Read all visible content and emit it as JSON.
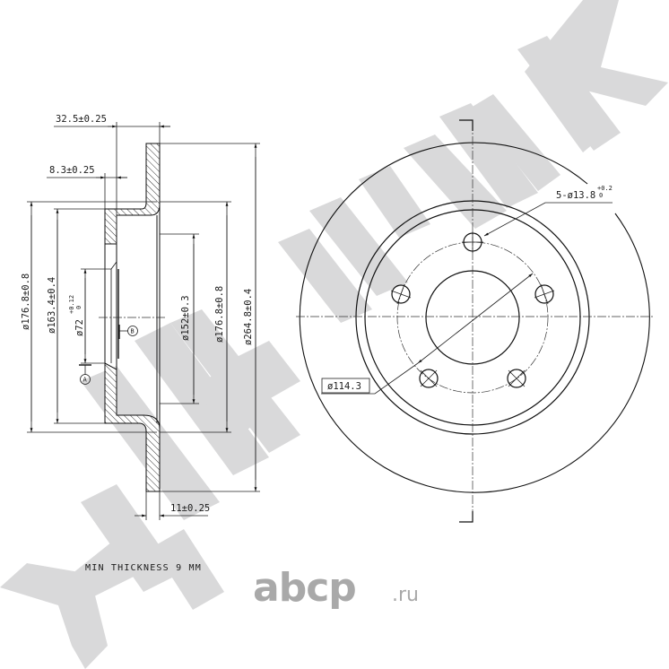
{
  "drawing": {
    "type": "brake disc technical drawing",
    "watermark_brand": "ZEKKERT",
    "site_logo": {
      "main": "abcp",
      "suffix": ".ru"
    },
    "colors": {
      "line": "#111111",
      "watermark": "#d9d9da",
      "logo": "#a9a9a9",
      "background": "#ffffff"
    }
  },
  "section_view": {
    "dims": {
      "offset_total": "32.5±0.25",
      "hub_thickness": "8.3±0.25",
      "disc_thickness": "11±0.25",
      "dia_outer_left": "ø176.8±0.8",
      "dia_hat_inner": "ø163.4±0.4",
      "dia_center_bore_main": "ø72",
      "dia_center_bore_tol_upper": "+0.12",
      "dia_center_bore_tol_lower": "0",
      "dia_152": "ø152±0.3",
      "dia_outer_right": "ø176.8±0.8",
      "dia_disc": "ø264.8±0.4"
    },
    "datums": {
      "a": "A",
      "b": "B"
    }
  },
  "front_view": {
    "bolt_holes_label": "5-ø13.8",
    "bolt_holes_tol_upper": "+0.2",
    "bolt_holes_tol_lower": "0",
    "bolt_circle": "ø114.3"
  },
  "notes": {
    "min_thickness": "MIN THICKNESS 9 MM"
  }
}
